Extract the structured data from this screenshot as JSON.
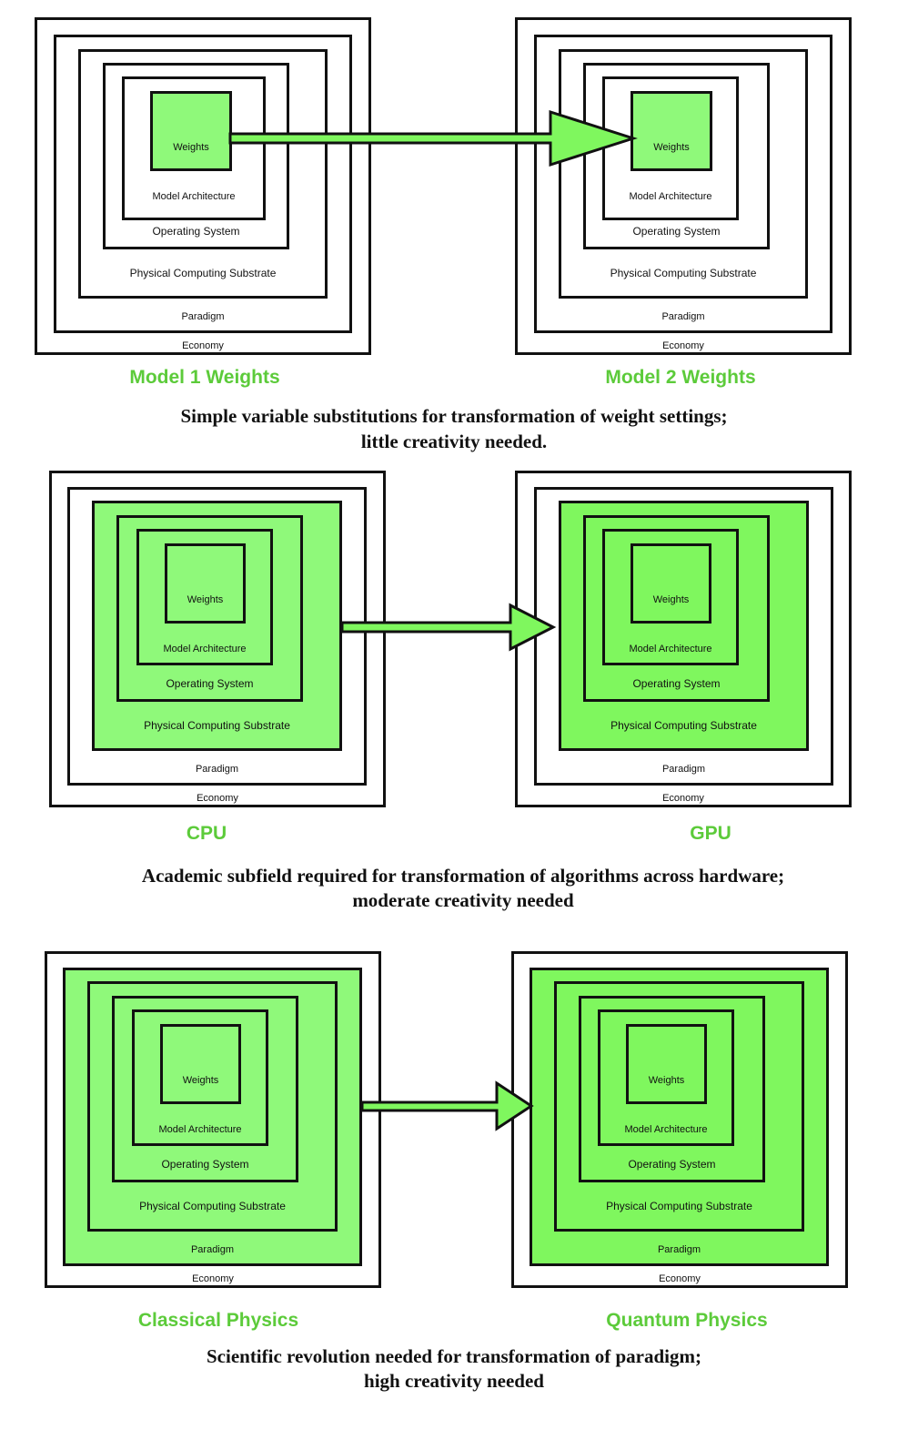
{
  "layers": {
    "economy": "Economy",
    "paradigm": "Paradigm",
    "substrate": "Physical Computing Substrate",
    "os": "Operating System",
    "architecture": "Model Architecture",
    "weights": "Weights"
  },
  "rows": [
    {
      "left_label": "Model 1 Weights",
      "right_label": "Model 2 Weights",
      "caption_line1": "Simple variable substitutions for transformation of weight settings;",
      "caption_line2": "little creativity needed."
    },
    {
      "left_label": "CPU",
      "right_label": "GPU",
      "caption_line1": "Academic subfield required for transformation of algorithms across hardware;",
      "caption_line2": "moderate creativity needed"
    },
    {
      "left_label": "Classical Physics",
      "right_label": "Quantum Physics",
      "caption_line1": "Scientific revolution needed for transformation of paradigm;",
      "caption_line2": "high creativity needed"
    }
  ],
  "colors": {
    "light_green": "#8ff97a",
    "mid_green": "#7ff75e",
    "caption_green": "#5ccb3a",
    "outline": "#111111"
  }
}
